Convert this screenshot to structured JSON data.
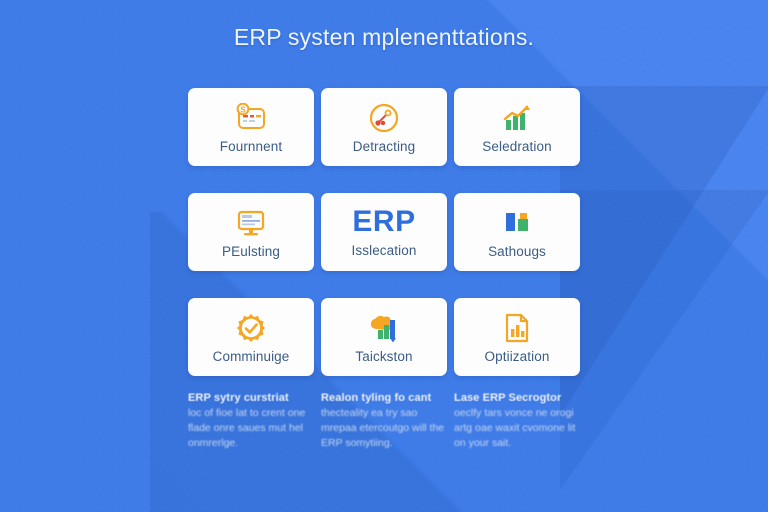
{
  "page": {
    "title": "ERP systen mplenenttations.",
    "background_color": "#3f7ce8",
    "card_color": "#fdfdfe",
    "label_color": "#3c5c84",
    "accent_orange": "#f5a623",
    "accent_blue": "#2f6fdc",
    "accent_green": "#3fb26b"
  },
  "cards": [
    {
      "label": "Fournnent",
      "icon": "card-dollar-icon"
    },
    {
      "label": "Detracting",
      "icon": "circle-molecule-icon"
    },
    {
      "label": "Seledration",
      "icon": "growth-bar-chart-icon"
    },
    {
      "label": "PEulsting",
      "icon": "monitor-icon"
    },
    {
      "label": "Isslecation",
      "icon": "erp-wordmark",
      "headline": "ERP"
    },
    {
      "label": "Sathougs",
      "icon": "blocks-icon"
    },
    {
      "label": "Comminuige",
      "icon": "badge-check-icon"
    },
    {
      "label": "Taickston",
      "icon": "cloud-chart-icon"
    },
    {
      "label": "Optiization",
      "icon": "document-chart-icon"
    }
  ],
  "columns": [
    {
      "heading": "ERP sytry curstriat",
      "body": "loc of fioe lat to crent one flade onre saues mut hel onmrerlge."
    },
    {
      "heading": "Realon tyling fo cant",
      "body": "thecteality ea try sao mrepaa etercoutgo will the ERP somytiing."
    },
    {
      "heading": "Lase ERP Secrogtor",
      "body": "oeclfy tars vonce ne orogi artg oae waxit cvomone lit on your sait."
    }
  ]
}
